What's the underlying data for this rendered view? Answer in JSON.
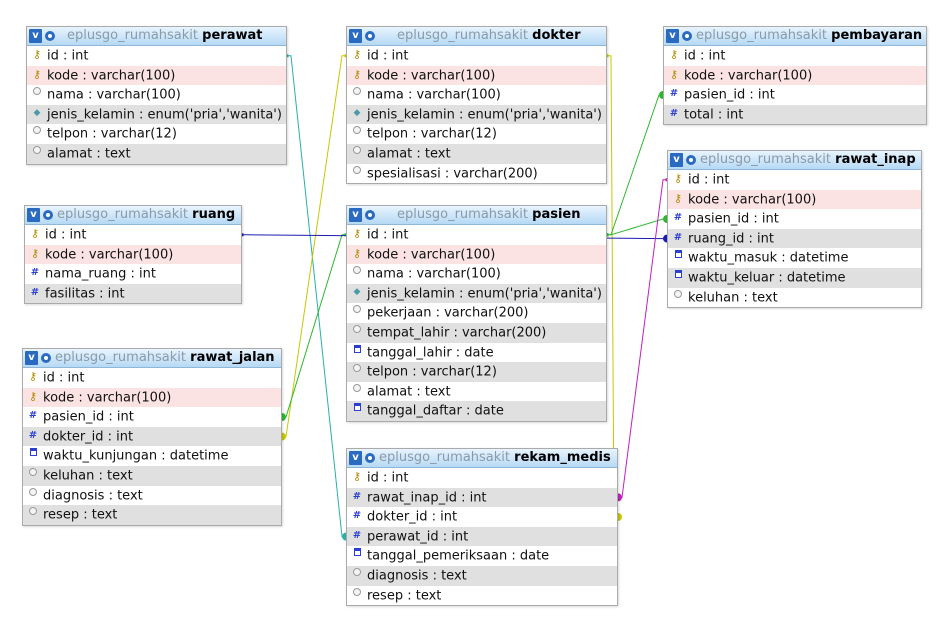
{
  "database_prefix": "eplusgo_rumahsakit",
  "collapse_glyph": "v",
  "colors": {
    "header_bg": "#b6d9f4",
    "primary_row_bg": "#fbe3e3",
    "alt_row_bg": "#e0e0e0",
    "rel_perawat": "#2ab0a8",
    "rel_dokter": "#c8c800",
    "rel_pasien": "#2db82d",
    "rel_ruang": "#1c1cb0",
    "rel_rawat_inap": "#c020c0"
  },
  "tables": {
    "perawat": {
      "name": "perawat",
      "columns": [
        {
          "label": "id : int",
          "icon": "key-icon"
        },
        {
          "label": "kode : varchar(100)",
          "icon": "key-icon"
        },
        {
          "label": "nama : varchar(100)",
          "icon": "text-icon"
        },
        {
          "label": "jenis_kelamin : enum('pria','wanita')",
          "icon": "enum-icon"
        },
        {
          "label": "telpon : varchar(12)",
          "icon": "text-icon"
        },
        {
          "label": "alamat : text",
          "icon": "text-icon"
        }
      ]
    },
    "dokter": {
      "name": "dokter",
      "columns": [
        {
          "label": "id : int",
          "icon": "key-icon"
        },
        {
          "label": "kode : varchar(100)",
          "icon": "key-icon"
        },
        {
          "label": "nama : varchar(100)",
          "icon": "text-icon"
        },
        {
          "label": "jenis_kelamin : enum('pria','wanita')",
          "icon": "enum-icon"
        },
        {
          "label": "telpon : varchar(12)",
          "icon": "text-icon"
        },
        {
          "label": "alamat : text",
          "icon": "text-icon"
        },
        {
          "label": "spesialisasi : varchar(200)",
          "icon": "text-icon"
        }
      ]
    },
    "pembayaran": {
      "name": "pembayaran",
      "columns": [
        {
          "label": "id : int",
          "icon": "key-icon"
        },
        {
          "label": "kode : varchar(100)",
          "icon": "key-icon"
        },
        {
          "label": "pasien_id : int",
          "icon": "number-icon"
        },
        {
          "label": "total : int",
          "icon": "number-icon"
        }
      ]
    },
    "ruang": {
      "name": "ruang",
      "columns": [
        {
          "label": "id : int",
          "icon": "key-icon"
        },
        {
          "label": "kode : varchar(100)",
          "icon": "key-icon"
        },
        {
          "label": "nama_ruang : int",
          "icon": "number-icon"
        },
        {
          "label": "fasilitas : int",
          "icon": "number-icon"
        }
      ]
    },
    "pasien": {
      "name": "pasien",
      "columns": [
        {
          "label": "id : int",
          "icon": "key-icon"
        },
        {
          "label": "kode : varchar(100)",
          "icon": "key-icon"
        },
        {
          "label": "nama : varchar(100)",
          "icon": "text-icon"
        },
        {
          "label": "jenis_kelamin : enum('pria','wanita')",
          "icon": "enum-icon"
        },
        {
          "label": "pekerjaan : varchar(200)",
          "icon": "text-icon"
        },
        {
          "label": "tempat_lahir : varchar(200)",
          "icon": "text-icon"
        },
        {
          "label": "tanggal_lahir : date",
          "icon": "date-icon"
        },
        {
          "label": "telpon : varchar(12)",
          "icon": "text-icon"
        },
        {
          "label": "alamat : text",
          "icon": "text-icon"
        },
        {
          "label": "tanggal_daftar : date",
          "icon": "date-icon"
        }
      ]
    },
    "rawat_inap": {
      "name": "rawat_inap",
      "columns": [
        {
          "label": "id : int",
          "icon": "key-icon"
        },
        {
          "label": "kode : varchar(100)",
          "icon": "key-icon"
        },
        {
          "label": "pasien_id : int",
          "icon": "number-icon"
        },
        {
          "label": "ruang_id : int",
          "icon": "number-icon"
        },
        {
          "label": "waktu_masuk : datetime",
          "icon": "date-icon"
        },
        {
          "label": "waktu_keluar : datetime",
          "icon": "date-icon"
        },
        {
          "label": "keluhan : text",
          "icon": "text-icon"
        }
      ]
    },
    "rawat_jalan": {
      "name": "rawat_jalan",
      "columns": [
        {
          "label": "id : int",
          "icon": "key-icon"
        },
        {
          "label": "kode : varchar(100)",
          "icon": "key-icon"
        },
        {
          "label": "pasien_id : int",
          "icon": "number-icon"
        },
        {
          "label": "dokter_id : int",
          "icon": "number-icon"
        },
        {
          "label": "waktu_kunjungan : datetime",
          "icon": "date-icon"
        },
        {
          "label": "keluhan : text",
          "icon": "text-icon"
        },
        {
          "label": "diagnosis : text",
          "icon": "text-icon"
        },
        {
          "label": "resep : text",
          "icon": "text-icon"
        }
      ]
    },
    "rekam_medis": {
      "name": "rekam_medis",
      "columns": [
        {
          "label": "id : int",
          "icon": "key-icon"
        },
        {
          "label": "rawat_inap_id : int",
          "icon": "number-icon"
        },
        {
          "label": "dokter_id : int",
          "icon": "number-icon"
        },
        {
          "label": "perawat_id : int",
          "icon": "number-icon"
        },
        {
          "label": "tanggal_pemeriksaan : date",
          "icon": "date-icon"
        },
        {
          "label": "diagnosis : text",
          "icon": "text-icon"
        },
        {
          "label": "resep : text",
          "icon": "text-icon"
        }
      ]
    }
  },
  "relations": [
    {
      "from": "perawat.id",
      "to": "rekam_medis.perawat_id",
      "color": "#2ab0a8"
    },
    {
      "from": "dokter.id",
      "to": "rekam_medis.dokter_id",
      "color": "#c8c800"
    },
    {
      "from": "dokter.id",
      "to": "rawat_jalan.dokter_id",
      "color": "#c8c800"
    },
    {
      "from": "pasien.id",
      "to": "rawat_jalan.pasien_id",
      "color": "#2db82d"
    },
    {
      "from": "pasien.id",
      "to": "pembayaran.pasien_id",
      "color": "#2db82d"
    },
    {
      "from": "pasien.id",
      "to": "rawat_inap.pasien_id",
      "color": "#2db82d"
    },
    {
      "from": "ruang.id",
      "to": "rawat_inap.ruang_id",
      "color": "#1c1cb0"
    },
    {
      "from": "rawat_inap.id",
      "to": "rekam_medis.rawat_inap_id",
      "color": "#c020c0"
    }
  ]
}
